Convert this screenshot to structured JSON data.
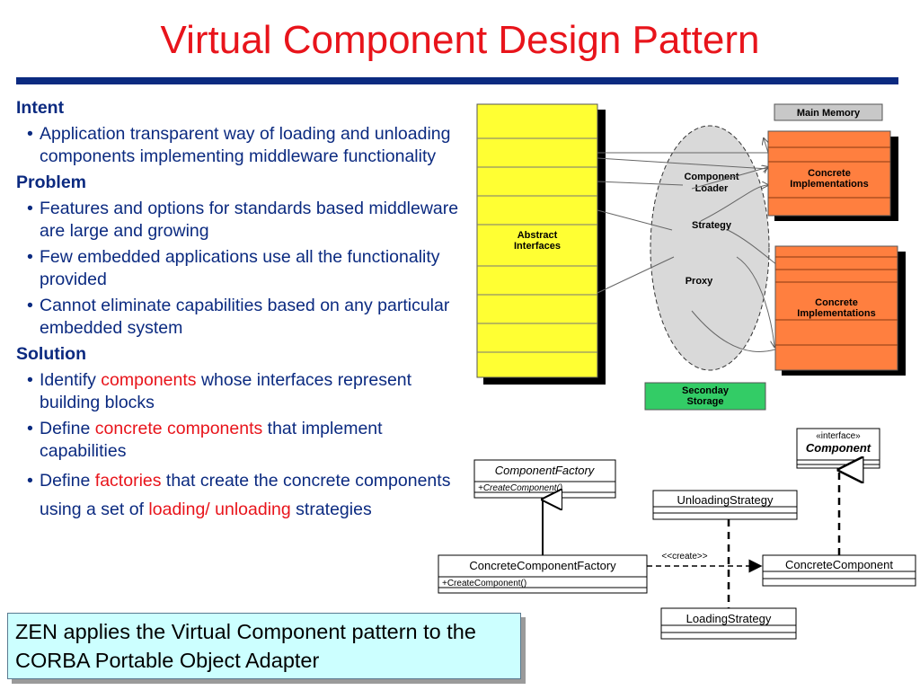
{
  "title": "Virtual Component Design Pattern",
  "sections": {
    "intent": {
      "heading": "Intent",
      "bullet1": "Application transparent way of loading and unloading components implementing middleware functionality"
    },
    "problem": {
      "heading": "Problem",
      "bullet1": "Features and options for standards based middleware are large and growing",
      "bullet2": "Few embedded applications use all the functionality provided",
      "bullet3": "Cannot eliminate capabilities based on any particular embedded system"
    },
    "solution": {
      "heading": "Solution",
      "b1_pre": "Identify ",
      "b1_red": "components",
      "b1_post": " whose interfaces represent building blocks",
      "b2_pre": "Define ",
      "b2_red": "concrete components",
      "b2_post": " that implement capabilities",
      "b3_pre": "Define ",
      "b3_red1": "factories",
      "b3_mid": " that create the concrete components using a set of ",
      "b3_red2": "loading/ unloading",
      "b3_post": " strategies"
    }
  },
  "callout": "ZEN applies the Virtual Component pattern to the CORBA Portable Object Adapter",
  "top_diagram": {
    "abstract_line1": "Abstract",
    "abstract_line2": "Interfaces",
    "loader_line1": "Component",
    "loader_line2": "Loader",
    "strategy": "Strategy",
    "proxy": "Proxy",
    "main_memory": "Main Memory",
    "concrete_line1": "Concrete",
    "concrete_line2": "Implementations",
    "storage_line1": "Seconday",
    "storage_line2": "Storage",
    "colors": {
      "abstract": "#ffff33",
      "concrete": "#ff7f3f",
      "storage": "#33cc66",
      "memory": "#c8c8c8",
      "loader": "#d9d9d9"
    }
  },
  "uml": {
    "interface_stereo": "«interface»",
    "component": "Component",
    "factory": "ComponentFactory",
    "factory_op": "+CreateComponent()",
    "unloading": "UnloadingStrategy",
    "concrete_factory": "ConcreteComponentFactory",
    "concrete_factory_op": "+CreateComponent()",
    "create_label": "<<create>>",
    "concrete_component": "ConcreteComponent",
    "loading": "LoadingStrategy"
  }
}
